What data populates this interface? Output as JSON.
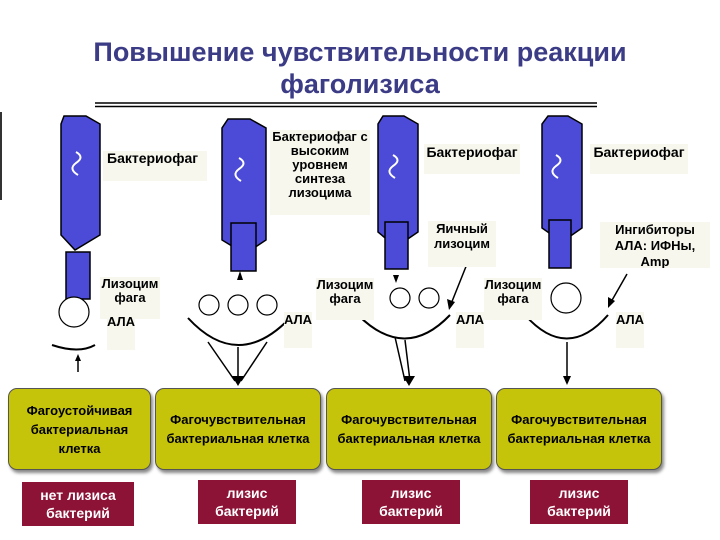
{
  "title": "Повышение чувствительности реакции фаголизиса",
  "colors": {
    "phage_body": "#4b4bd8",
    "phage_outline": "#000000",
    "cell_fill": "#c6c40a",
    "result_fill": "#8c1236",
    "title_color": "#3b3b86"
  },
  "columns": [
    {
      "phage_label": "Бактериофаг",
      "lysozyme_label": "Лизоцим фага",
      "ala_label": "АЛА",
      "cell_label": "Фагоустойчивая бактериальная клетка",
      "result": "нет лизиса бактерий"
    },
    {
      "phage_label": "Бактериофаг с высоким уровнем синтеза лизоцима",
      "ala_label": "АЛА",
      "cell_label": "Фагочувствительная бактериальная клетка",
      "result": "лизис бактерий"
    },
    {
      "phage_label": "Бактериофаг",
      "extra_label": "Яичный лизоцим",
      "lysozyme_label": "Лизоцим фага",
      "ala_label": "АЛА",
      "cell_label": "Фагочувствительная бактериальная клетка",
      "result": "лизис бактерий"
    },
    {
      "phage_label": "Бактериофаг",
      "extra_label": "Ингибиторы АЛА: ИФНы, Amp",
      "lysozyme_label": "Лизоцим фага",
      "ala_label": "АЛА",
      "cell_label": "Фагочувствительная бактериальная клетка",
      "result": "лизис бактерий"
    }
  ]
}
